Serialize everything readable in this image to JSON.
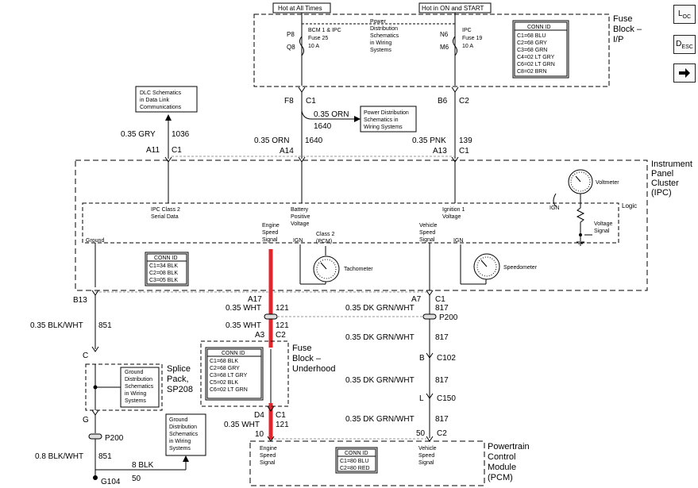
{
  "sidebar": {
    "loc": {
      "main": "L",
      "sub": "OC"
    },
    "desc": {
      "main": "D",
      "sub": "ES",
      "sub2": "C"
    },
    "next_icon": "arrow-right-icon"
  },
  "colors": {
    "highlight_wire": "#e0262b",
    "line": "#000000",
    "connector_bg": "#dddddd"
  },
  "top": {
    "hot_all_times": "Hot at All Times",
    "hot_on_start": "Hot in ON and START",
    "fuse_block_title": [
      "Fuse",
      "Block –",
      "I/P"
    ],
    "pds_ref": [
      "Power",
      "Distribution",
      "Schematics",
      "in Wiring",
      "Systems"
    ],
    "fuse_left": {
      "p": "P8",
      "q": "Q8",
      "lines": [
        "BCM 1 & IPC",
        "Fuse 25",
        "10 A"
      ]
    },
    "fuse_right": {
      "n": "N6",
      "m": "M6",
      "lines": [
        "IPC",
        "Fuse 19",
        "10 A"
      ]
    },
    "conn_id": {
      "title": "CONN ID",
      "rows": [
        "C1=68 BLU",
        "C2=68 GRY",
        "C3=68 GRN",
        "C4=02 LT GRY",
        "C6=02 LT GRN",
        "C8=02 BRN"
      ]
    }
  },
  "wires": {
    "f8": "F8",
    "c1_left": "C1",
    "b6": "B6",
    "c2_right": "C2",
    "orn_branch": "0.35 ORN",
    "orn_branch_circ": "1640",
    "pds_ref2": [
      "Power Distribution",
      "Schematics in",
      "Wiring Systems"
    ],
    "dlc_ref": [
      "DLC Schematics",
      "in Data Link",
      "Communications"
    ],
    "gry": "0.35 GRY",
    "gry_circ": "1036",
    "a11": "A11",
    "c1_a11": "C1",
    "orn": "0.35 ORN",
    "orn_circ": "1640",
    "a14": "A14",
    "pnk": "0.35 PNK",
    "pnk_circ": "139",
    "a13": "A13",
    "c1_a13": "C1"
  },
  "ipc": {
    "title": [
      "Instrument",
      "Panel",
      "Cluster",
      "(IPC)"
    ],
    "logic": "Logic",
    "voltmeter": "Voltmeter",
    "ign_left": "IGN",
    "voltage_signal": [
      "Voltage",
      "Signal"
    ],
    "ipc_class2": [
      "IPC Class 2",
      "Serial Data"
    ],
    "battery_pos": [
      "Battery",
      "Positive",
      "Voltage"
    ],
    "ignition1": [
      "Ignition 1",
      "Voltage"
    ],
    "ground": "Ground",
    "engine_speed": [
      "Engine",
      "Speed",
      "Signal"
    ],
    "class2_pcm": [
      "Class 2",
      "(PCM)"
    ],
    "ign_tach": "IGN",
    "vehicle_speed": [
      "Vehicle",
      "Speed",
      "Signal"
    ],
    "ign_speedo": "IGN",
    "tachometer": "Tachometer",
    "speedometer": "Speedometer",
    "conn_id": {
      "title": "CONN ID",
      "rows": [
        "C1=34 BLK",
        "C2=08 BLK",
        "C3=05 BLK"
      ]
    }
  },
  "lower": {
    "b13": "B13",
    "blk_wht": "0.35 BLK/WHT",
    "blk_wht_circ": "851",
    "a17": "A17",
    "wht1": "0.35 WHT",
    "wht1_circ": "121",
    "a7": "A7",
    "c1_a7": "C1",
    "dkgrn1": "0.35 DK GRN/WHT",
    "dkgrn1_circ": "817",
    "p200_mid": "P200",
    "wht2": "0.35 WHT",
    "wht2_circ": "121",
    "a3": "A3",
    "c2_a3": "C2",
    "fuse_uh_title": [
      "Fuse",
      "Block –",
      "Underhood"
    ],
    "uh_conn": {
      "title": "CONN ID",
      "rows": [
        "C1=68 BLK",
        "C2=68 GRY",
        "C3=68 LT GRY",
        "C5=02 BLK",
        "C6=02 LT GRN"
      ]
    },
    "dkgrn2": "0.35 DK GRN/WHT",
    "dkgrn2_circ": "817",
    "b_c102": "B",
    "c102": "C102",
    "dkgrn3": "0.35 DK GRN/WHT",
    "dkgrn3_circ": "817",
    "l_c150": "L",
    "c150": "C150",
    "dkgrn4": "0.35 DK GRN/WHT",
    "dkgrn4_circ": "817",
    "c_splice": "C",
    "splice_title": [
      "Splice",
      "Pack,",
      "SP208"
    ],
    "gds_ref": [
      "Ground",
      "Distribution",
      "Schematics",
      "in Wiring",
      "Systems"
    ],
    "g_splice": "G",
    "d4": "D4",
    "c1_d4": "C1",
    "wht3": "0.35 WHT",
    "wht3_circ": "121",
    "pin10": "10",
    "pin50": "50",
    "c2_pcm": "C2",
    "p200_low": "P200",
    "blk_wht2": "0.8 BLK/WHT",
    "blk_wht2_circ": "851",
    "gds_ref2": [
      "Ground",
      "Distribution",
      "Schematics",
      "in Wiring",
      "Systems"
    ],
    "blk8": "8 BLK",
    "blk8_circ": "50",
    "g104": "G104"
  },
  "pcm": {
    "title": [
      "Powertrain",
      "Control",
      "Module",
      "(PCM)"
    ],
    "engine_speed": [
      "Engine",
      "Speed",
      "Signal"
    ],
    "vehicle_speed": [
      "Vehicle",
      "Speed",
      "Signal"
    ],
    "conn_id": {
      "title": "CONN ID",
      "rows": [
        "C1=80 BLU",
        "C2=80 RED"
      ]
    }
  }
}
